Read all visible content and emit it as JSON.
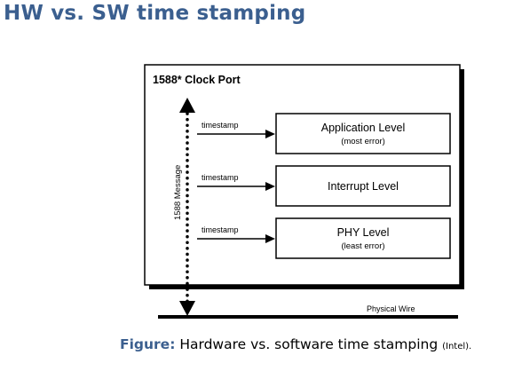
{
  "slide": {
    "title": "HW vs. SW time stamping"
  },
  "diagram": {
    "port_title": "1588* Clock Port",
    "message_label": "1588 Message",
    "arrow_label": "timestamp",
    "wire_label": "Physical Wire",
    "levels": [
      {
        "name": "Application Level",
        "note": "(most error)"
      },
      {
        "name": "Interrupt Level",
        "note": ""
      },
      {
        "name": "PHY Level",
        "note": "(least error)"
      }
    ]
  },
  "caption": {
    "label": "Figure:",
    "text": " Hardware vs. software time stamping ",
    "source": "(Intel)."
  },
  "colors": {
    "title": "#3b5f8f",
    "caption_label": "#3b5f8f",
    "diagram_ink": "#000000"
  }
}
